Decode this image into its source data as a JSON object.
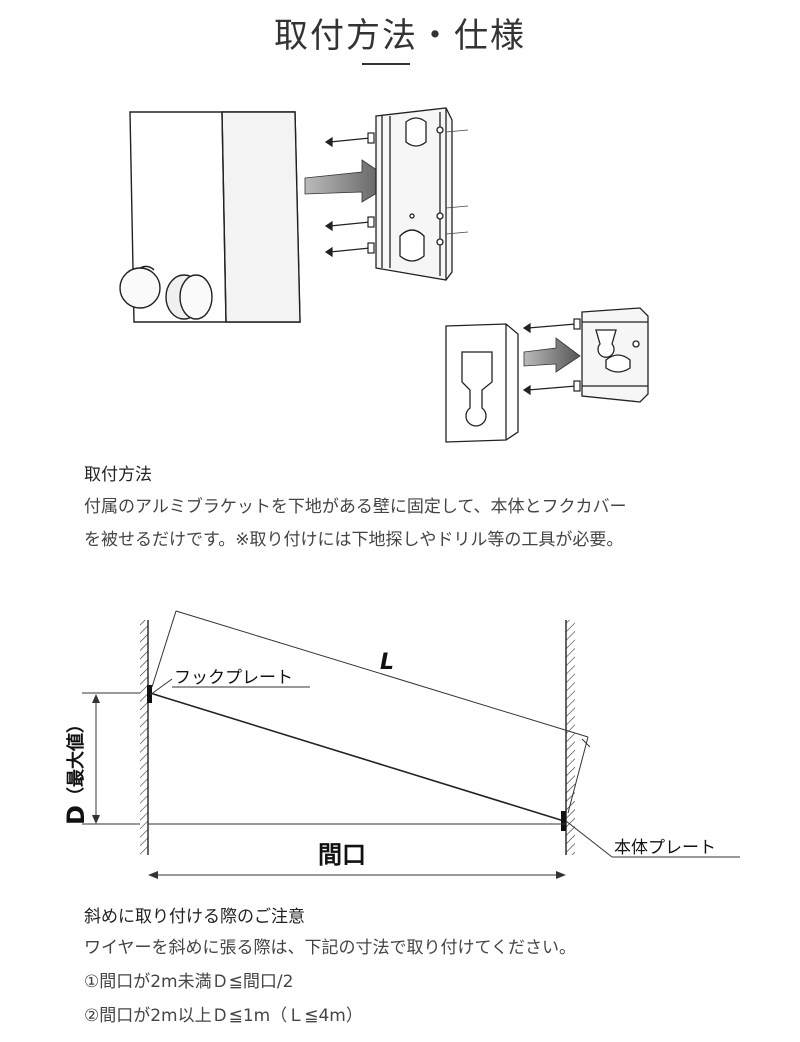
{
  "page_title": "取付方法・仕様",
  "install": {
    "heading": "取付方法",
    "line1": "付属のアルミブラケットを下地がある壁に固定して、本体とフクカバー",
    "line2": "を被せるだけです。※取り付けには下地探しやドリル等の工具が必要。"
  },
  "diagram": {
    "label_L": "L",
    "label_hook": "フックプレート",
    "label_D": "D",
    "label_D_note": "（最大値）",
    "label_opening": "間口",
    "label_body": "本体プレート"
  },
  "caution": {
    "heading": "斜めに取り付ける際のご注意",
    "line1": "ワイヤーを斜めに張る際は、下記の寸法で取り付けてください。",
    "line2": "①間口が2m未満Ｄ≦間口/2",
    "line3": "②間口が2m以上Ｄ≦1m（Ｌ≦4m）"
  }
}
